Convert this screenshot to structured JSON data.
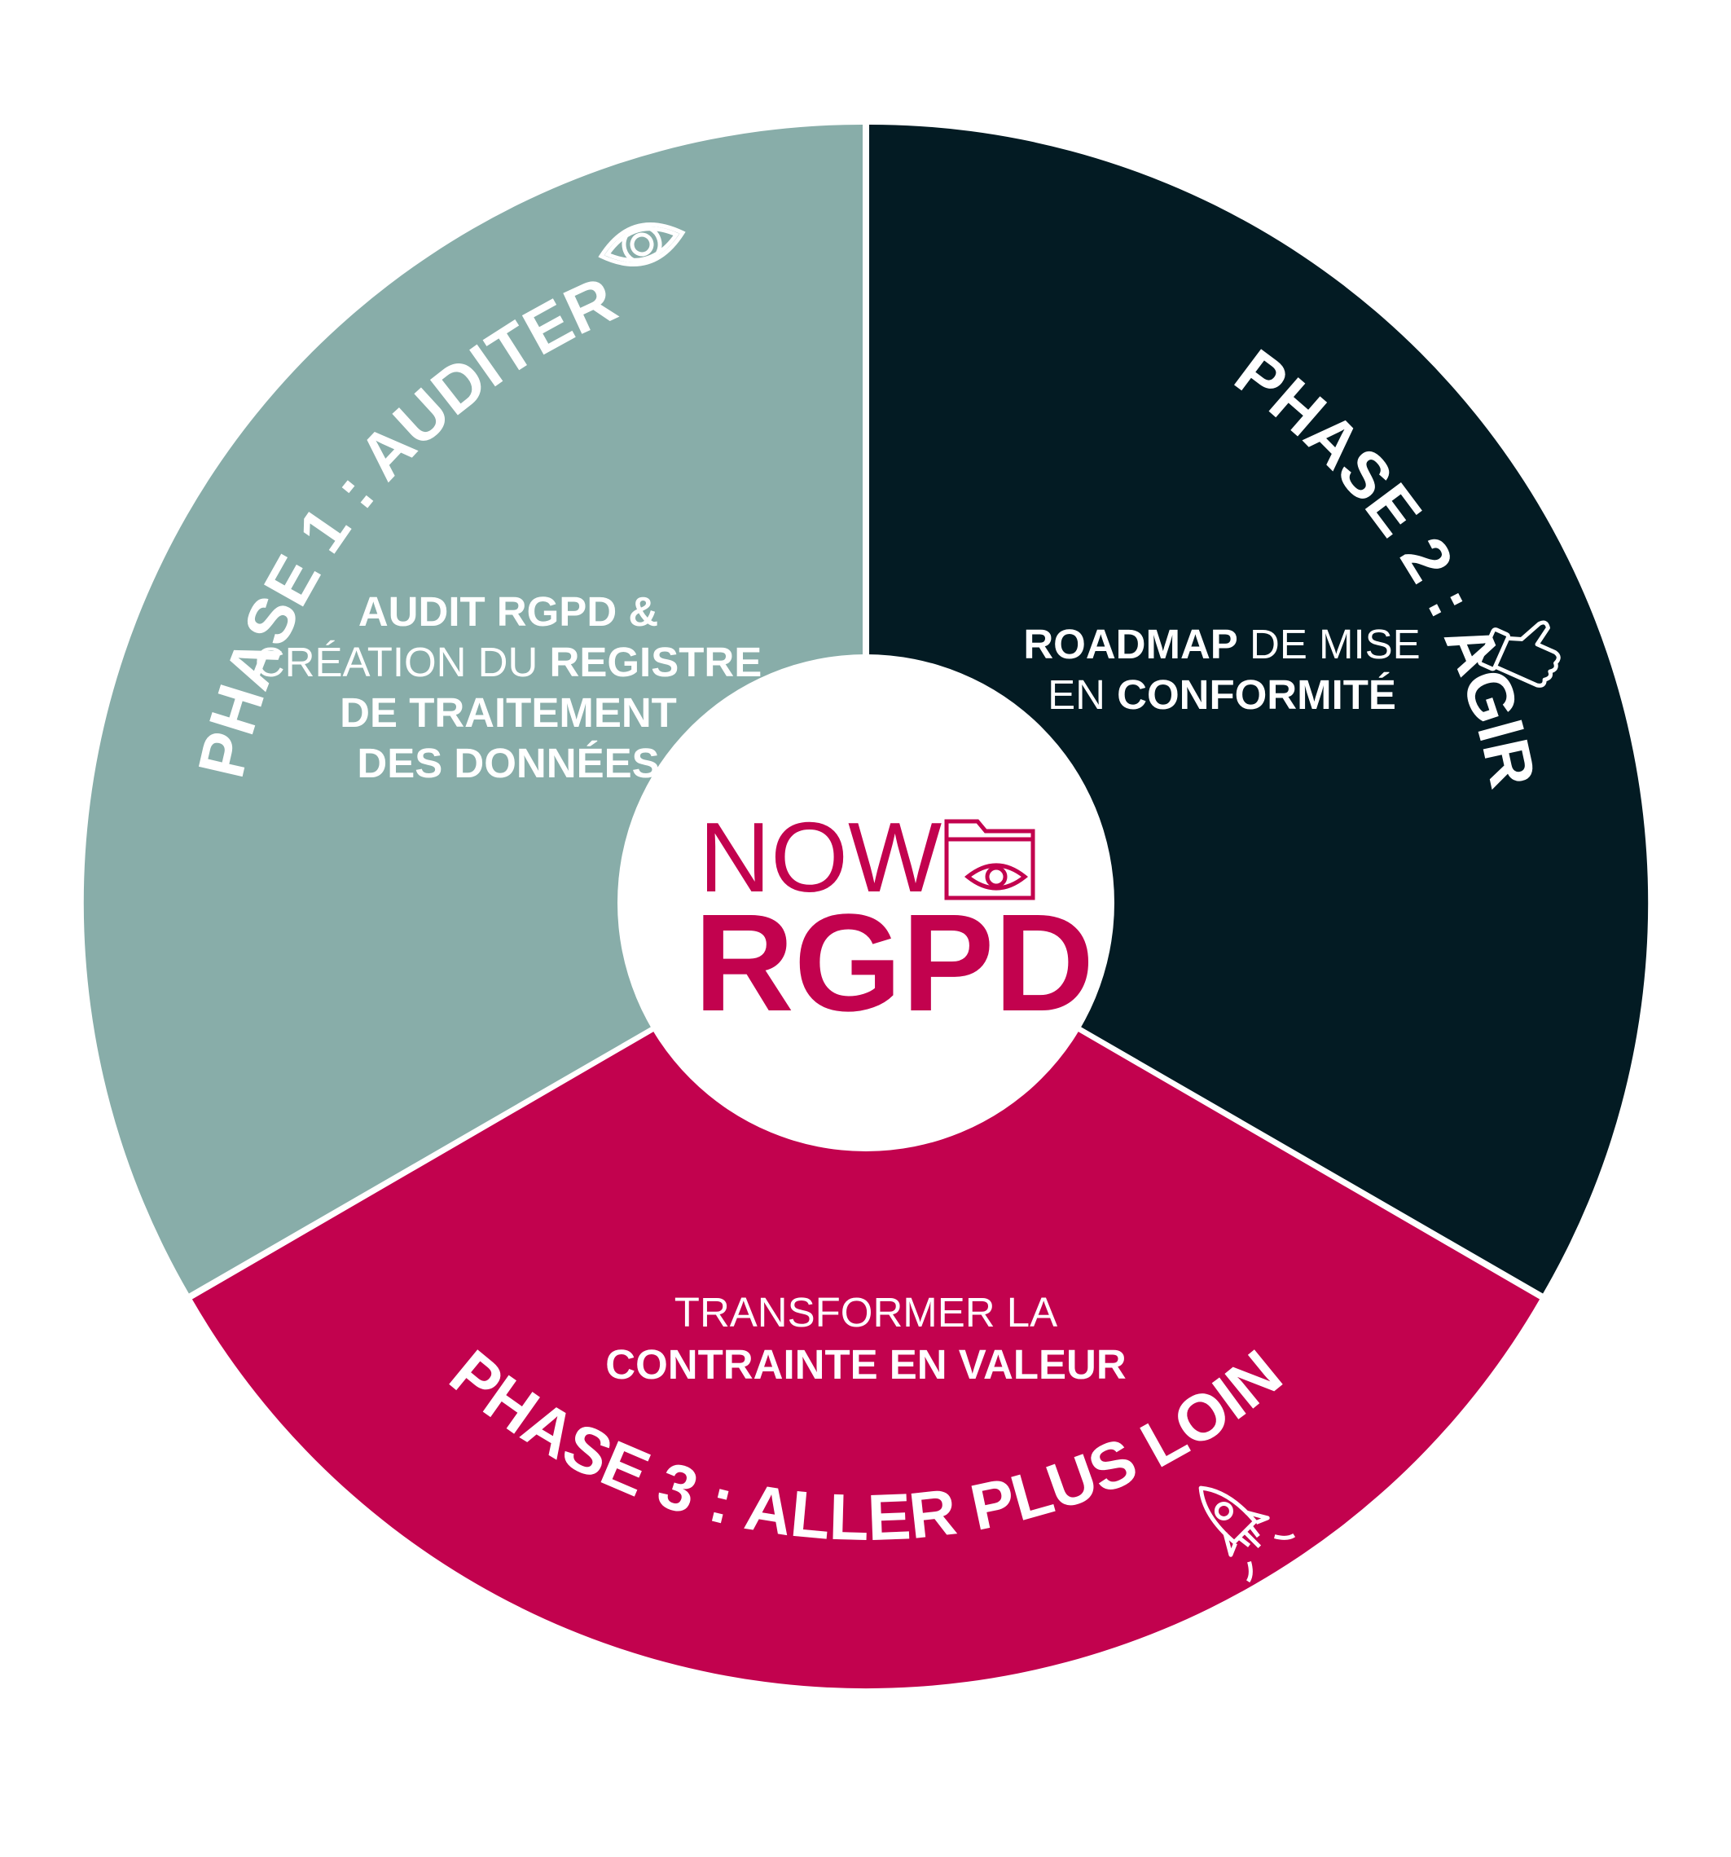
{
  "colors": {
    "phase1": "#88ADA9",
    "phase2": "#031B23",
    "phase3": "#C2024E",
    "center": "#FFFFFF",
    "logo": "#C2024E",
    "text": "#FFFFFF"
  },
  "center_logo": {
    "line1": "NOW",
    "line2": "RGPD",
    "icon": "folder-eye-icon"
  },
  "phases": [
    {
      "title": "PHASE 1 : AUDITER",
      "icon": "eye-icon",
      "body": {
        "line1": "AUDIT RGPD &",
        "line2_light": "CRÉATION DU ",
        "line2_bold": "REGISTRE",
        "line3": "DE TRAITEMENT",
        "line4": "DES DONNÉES"
      }
    },
    {
      "title": "PHASE 2 : AGIR",
      "icon": "thumbs-up-icon",
      "body": {
        "line1_bold": "ROADMAP",
        "line1_light": " DE MISE",
        "line2_light": "EN ",
        "line2_bold": "CONFORMITÉ"
      }
    },
    {
      "title": "PHASE 3 : ALLER PLUS LOIN",
      "icon": "rocket-icon",
      "body": {
        "line1": "TRANSFORMER LA",
        "line2": "CONTRAINTE EN VALEUR"
      }
    }
  ]
}
